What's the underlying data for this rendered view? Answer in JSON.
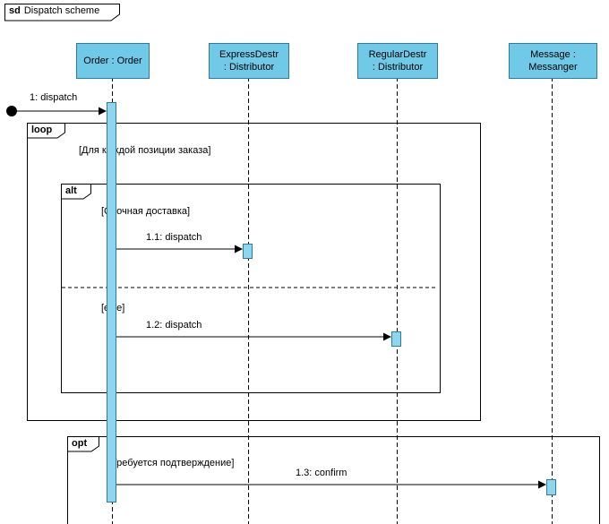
{
  "frame": {
    "keyword": "sd",
    "title": "Dispatch scheme"
  },
  "colors": {
    "lifeline_fill": "#6fc9e7",
    "lifeline_border": "#2d7ca0",
    "activation_fill": "#8ed6ee"
  },
  "lifelines": [
    {
      "label_line1": "Order : Order",
      "label_line2": ""
    },
    {
      "label_line1": "ExpressDestr",
      "label_line2": ": Distributor"
    },
    {
      "label_line1": "RegularDestr",
      "label_line2": ": Distributor"
    },
    {
      "label_line1": "Message :",
      "label_line2": "Messanger"
    }
  ],
  "messages": {
    "m1": "1: dispatch",
    "m11": "1.1: dispatch",
    "m12": "1.2: dispatch",
    "m13": "1.3: confirm"
  },
  "fragments": {
    "loop": {
      "label": "loop",
      "guard": "[Для каждой позиции заказа]"
    },
    "alt": {
      "label": "alt",
      "guard_if": "[Срочная доставка]",
      "guard_else": "[else]"
    },
    "opt": {
      "label": "opt",
      "guard": "[Требуется подтверждение]"
    }
  }
}
